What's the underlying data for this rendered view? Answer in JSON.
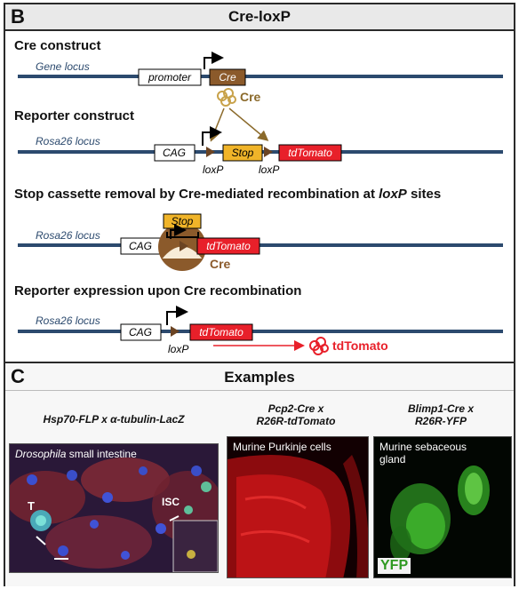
{
  "panel_b": {
    "letter": "B",
    "title": "Cre-loxP",
    "cre_construct": {
      "heading": "Cre construct",
      "locus": "Gene locus",
      "promoter": "promoter",
      "gene": "Cre",
      "protein_label": "Cre"
    },
    "reporter_construct": {
      "heading": "Reporter construct",
      "locus": "Rosa26 locus",
      "cag": "CAG",
      "stop": "Stop",
      "reporter": "tdTomato",
      "loxp_1": "loxP",
      "loxp_2": "loxP"
    },
    "removal": {
      "heading": "Stop cassette removal by Cre-mediated recombination at ",
      "heading_italic": "loxP",
      "heading_tail": " sites",
      "locus": "Rosa26 locus",
      "cag": "CAG",
      "stop": "Stop",
      "reporter": "tdTomato",
      "cre": "Cre"
    },
    "expression": {
      "heading": "Reporter expression upon Cre recombination",
      "locus": "Rosa26 locus",
      "cag": "CAG",
      "reporter": "tdTomato",
      "loxp": "loxP",
      "product": "tdTomato"
    }
  },
  "panel_c": {
    "letter": "C",
    "title": "Examples",
    "col1": {
      "heading": "Hsp70-FLP x α-tubulin-LacZ",
      "image_label_italic": "Drosophila",
      "image_label": " small intestine",
      "marker_t": "T",
      "marker_isc": "ISC"
    },
    "col2": {
      "heading_1": "Pcp2-Cre x",
      "heading_2": "R26R-tdTomato",
      "image_label": "Murine Purkinje cells"
    },
    "col3": {
      "heading_1": "Blimp1-Cre x",
      "heading_2": "R26R-YFP",
      "image_label_1": "Murine sebaceous",
      "image_label_2": "gland",
      "badge": "YFP"
    }
  },
  "colors": {
    "chromosome": "#2c4a6e",
    "cre_box": "#8b5a2b",
    "stop_box": "#f0b429",
    "tdtomato_box": "#e8202a",
    "loxp_triangle": "#6b4423",
    "cre_protein": "#c8a24a",
    "tdtomato_protein": "#e8202a"
  }
}
